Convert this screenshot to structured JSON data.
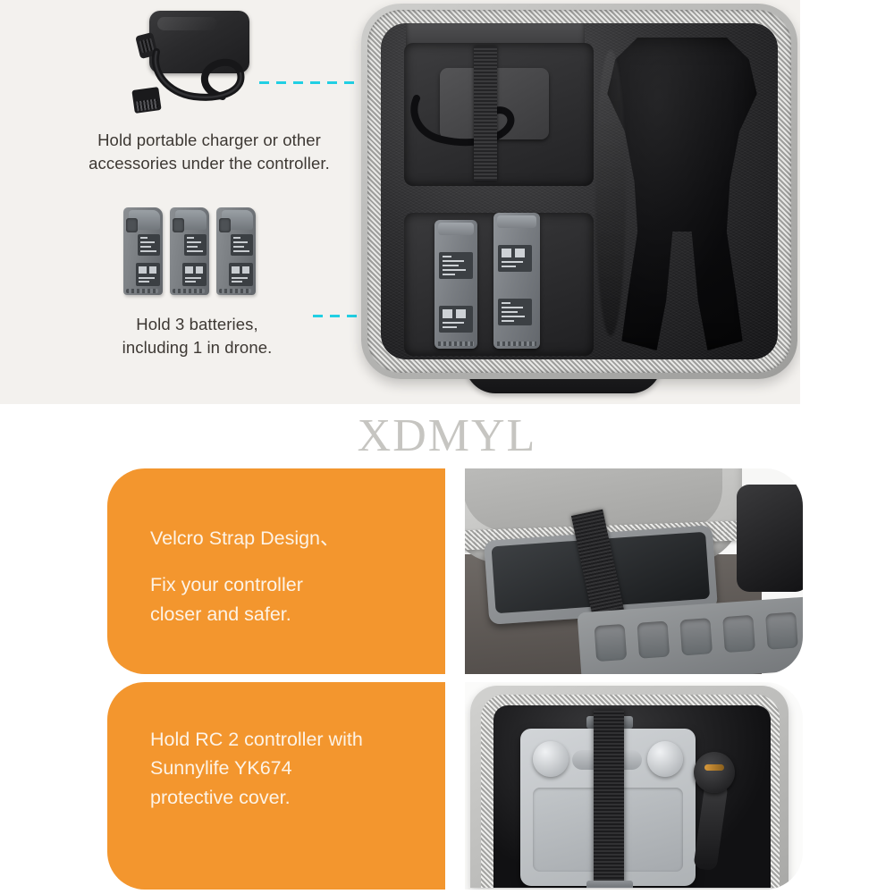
{
  "meta": {
    "watermark": "XDMYL"
  },
  "colors": {
    "page_background": "#ffffff",
    "hero_background": "#f3f1ee",
    "accent_orange": "#f3962e",
    "arrow_cyan": "#21cfe3",
    "caption_text": "#3d3833",
    "panel_text": "#fdf3e6",
    "watermark_text": "#c6c5c1"
  },
  "hero": {
    "captions": [
      {
        "id": "charger",
        "text": "Hold portable charger or other\naccessories under the controller."
      },
      {
        "id": "battery",
        "text": "Hold 3 batteries,\nincluding 1 in drone."
      }
    ],
    "illustrations": [
      {
        "id": "charger",
        "name": "power-adapter-charger"
      },
      {
        "id": "batteries",
        "name": "intelligent-flight-batteries",
        "count": 3
      }
    ],
    "arrows": [
      {
        "id": "charger-arrow",
        "direction": "right",
        "style": "dashed"
      },
      {
        "id": "battery-arrow",
        "direction": "right",
        "style": "dashed"
      }
    ],
    "photo": {
      "name": "open-carrying-case-top-view",
      "compartments": [
        "charger-compartment",
        "battery-compartment",
        "drone-cutout"
      ]
    }
  },
  "features": [
    {
      "id": "velcro",
      "title": "Velcro Strap Design、",
      "body": "Fix your controller\ncloser and safer.",
      "photo_name": "case-with-controller-and-velcro-strap"
    },
    {
      "id": "rc2",
      "title": "Hold RC 2 controller with",
      "body": "Sunnylife YK674\nprotective cover.",
      "photo_name": "case-with-rc2-controller-and-drone"
    }
  ]
}
